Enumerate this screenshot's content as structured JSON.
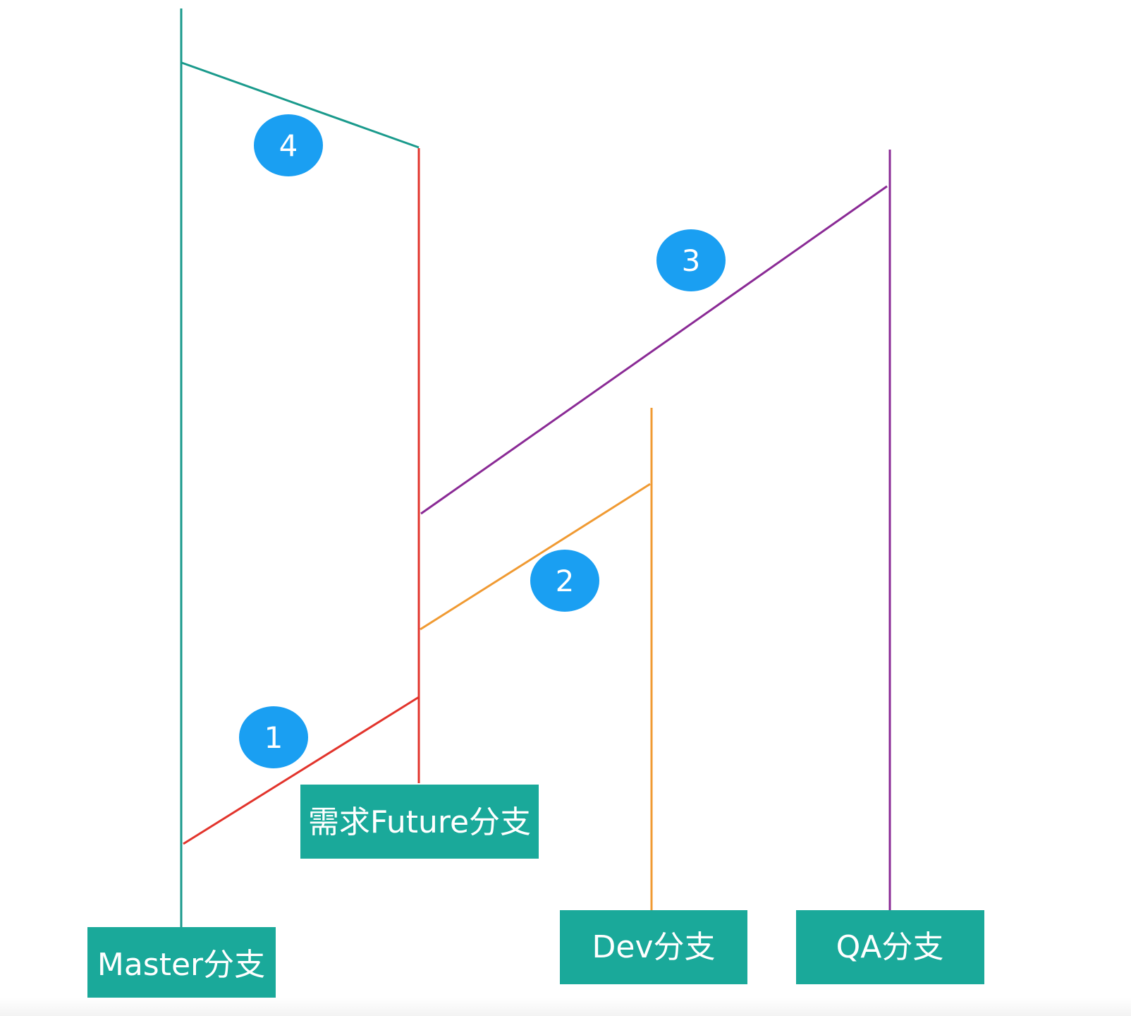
{
  "diagram": {
    "colors": {
      "master": "#1a9a8c",
      "future": "#e2342c",
      "dev": "#f09a32",
      "qa": "#8a2a95",
      "label_box": "#1aa99a",
      "label_text": "#ffffff",
      "badge_fill": "#1a9ff2",
      "badge_text": "#ffffff"
    },
    "branches": [
      {
        "id": "master",
        "label": "Master分支"
      },
      {
        "id": "future",
        "label": "需求Future分支"
      },
      {
        "id": "dev",
        "label": "Dev分支"
      },
      {
        "id": "qa",
        "label": "QA分支"
      }
    ],
    "steps": [
      {
        "number": "1",
        "from": "master",
        "to": "future"
      },
      {
        "number": "2",
        "from": "future",
        "to": "dev"
      },
      {
        "number": "3",
        "from": "future",
        "to": "qa"
      },
      {
        "number": "4",
        "from": "future",
        "to": "master"
      }
    ]
  }
}
